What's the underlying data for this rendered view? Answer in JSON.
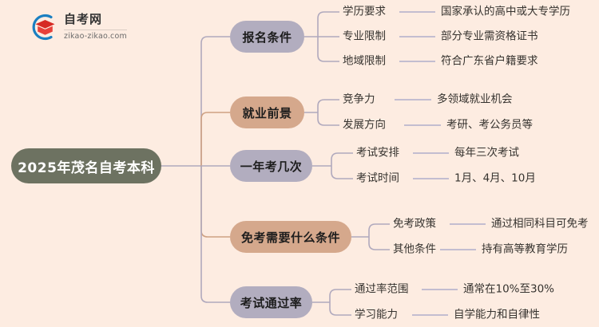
{
  "logo": {
    "name_cn": "自考网",
    "url": "zikao-zikao.com",
    "icon_arc": "c-arc-icon",
    "icon_cap": "graduation-cap-icon"
  },
  "mindmap": {
    "root": {
      "label": "2025年茂名自考本科",
      "color": "#6d7261"
    },
    "branches": [
      {
        "label": "报名条件",
        "color": "#b2adbf",
        "style": "purple",
        "children": [
          {
            "key": "学历要求",
            "value": "国家承认的高中或大专学历"
          },
          {
            "key": "专业限制",
            "value": "部分专业需资格证书"
          },
          {
            "key": "地域限制",
            "value": "符合广东省户籍要求"
          }
        ]
      },
      {
        "label": "就业前景",
        "color": "#d5a88c",
        "style": "tan",
        "children": [
          {
            "key": "竞争力",
            "value": "多领域就业机会"
          },
          {
            "key": "发展方向",
            "value": "考研、考公务员等"
          }
        ]
      },
      {
        "label": "一年考几次",
        "color": "#b2adbf",
        "style": "purple",
        "children": [
          {
            "key": "考试安排",
            "value": "每年三次考试"
          },
          {
            "key": "考试时间",
            "value": "1月、4月、10月"
          }
        ]
      },
      {
        "label": "免考需要什么条件",
        "color": "#d5a88c",
        "style": "tan",
        "children": [
          {
            "key": "免考政策",
            "value": "通过相同科目可免考"
          },
          {
            "key": "其他条件",
            "value": "持有高等教育学历"
          }
        ]
      },
      {
        "label": "考试通过率",
        "color": "#b2adbf",
        "style": "purple",
        "children": [
          {
            "key": "通过率范围",
            "value": "通常在10%至30%"
          },
          {
            "key": "学习能力",
            "value": "自学能力和自律性"
          }
        ]
      }
    ]
  },
  "palette": {
    "background": "#fdece1",
    "line_purple": "#b0a9bd",
    "line_tan": "#cfa183",
    "dash_purple": "#c3bdd0",
    "text_dark": "#36332f"
  }
}
